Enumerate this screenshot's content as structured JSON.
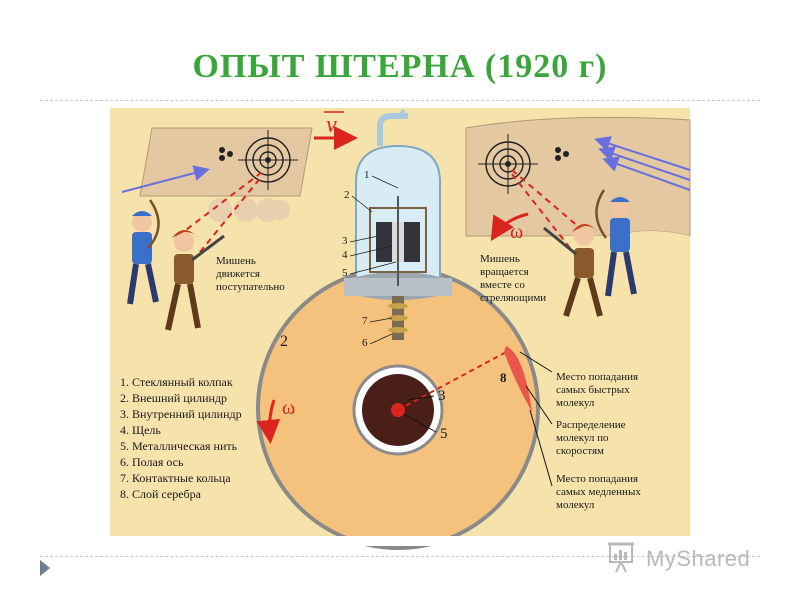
{
  "title": "ОПЫТ   ШТЕРНА  (1920 г)",
  "velocity_symbol": "v",
  "omega_symbol": "ω",
  "left_caption": [
    "Мишень",
    "движется",
    "поступательно"
  ],
  "right_caption": [
    "Мишень",
    "вращается",
    "вместе со",
    "стреляющими"
  ],
  "numbers": {
    "n1": "1",
    "n2": "2",
    "n3": "3",
    "n4": "4",
    "n5": "5",
    "n6": "6",
    "n7": "7",
    "n8": "8",
    "outer2": "2",
    "inner3": "3",
    "inner5": "5"
  },
  "legend": [
    "1. Стеклянный колпак",
    "2. Внешний цилиндр",
    "3. Внутренний цилиндр",
    "4. Щель",
    "5. Металлическая нить",
    "6. Полая ось",
    "7. Контактные кольца",
    "8. Слой серебра"
  ],
  "annotations": {
    "fast": [
      "Место попадания",
      "самых быстрых",
      "молекул"
    ],
    "distribution": [
      "Распределение",
      "молекул по",
      "скоростям"
    ],
    "slow": [
      "Место попадания",
      "самых медленных",
      "молекул"
    ]
  },
  "watermark": "MyShared",
  "colors": {
    "title": "#3aa53a",
    "panel": "#f6e3ac",
    "cylinder": "#f5c27e",
    "silver_band": "#e8574a",
    "arrow": "#d9251d"
  }
}
